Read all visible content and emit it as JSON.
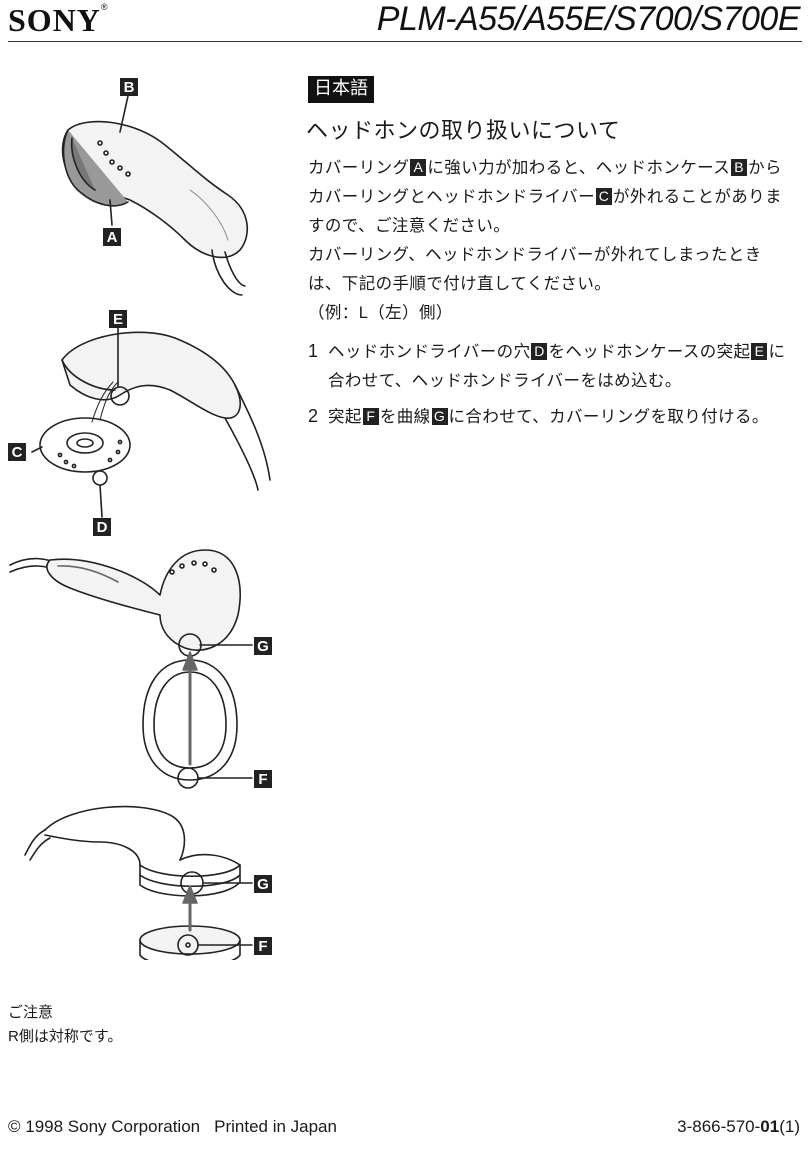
{
  "header": {
    "brand": "SONY",
    "registered": "®",
    "model": "PLM-A55/A55E/S700/S700E"
  },
  "section": {
    "language": "日本語",
    "title": "ヘッドホンの取り扱いについて",
    "intro": {
      "p1_a": "カバーリング",
      "key_a": "A",
      "p1_b": "に強い力が加わると、ヘッドホンケース",
      "key_b": "B",
      "p1_c": "からカバーリングとヘッドホンドライバー",
      "key_c": "C",
      "p1_d": "が外れることがありますので、ご注意ください。",
      "p2": "カバーリング、ヘッドホンドライバーが外れてしまったときは、下記の手順で付け直してください。",
      "example_a": "（例：",
      "example_l": "L",
      "example_b": "（左）側）"
    },
    "steps": [
      {
        "num": "1",
        "t1": "ヘッドホンドライバーの穴",
        "k1": "D",
        "t2": "をヘッドホンケースの突起",
        "k2": "E",
        "t3": "に合わせて、ヘッドホンドライバーをはめ込む。"
      },
      {
        "num": "2",
        "t1": "突起",
        "k1": "F",
        "t2": "を曲線",
        "k2": "G",
        "t3": "に合わせて、カバーリングを取り付ける。"
      }
    ]
  },
  "figure": {
    "labels": [
      "B",
      "A",
      "E",
      "C",
      "D",
      "G",
      "F",
      "G",
      "F"
    ]
  },
  "note": {
    "title": "ご注意",
    "r": "R",
    "text": "側は対称です。"
  },
  "footer": {
    "copyright_symbol": "©",
    "copyright": "1998 Sony Corporation",
    "printed": "Printed in Japan",
    "code_a": "3-866-570-",
    "code_b": "01",
    "code_c": "(1)"
  }
}
